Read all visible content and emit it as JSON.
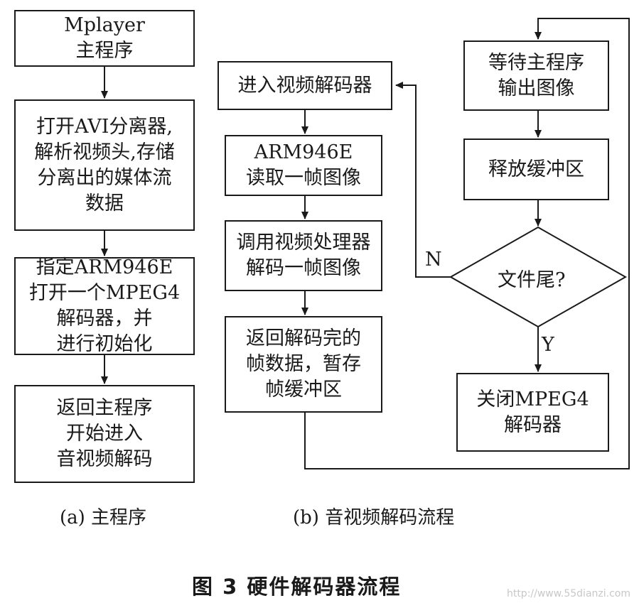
{
  "diagram_a": {
    "boxes": [
      {
        "lines": [
          "Mplayer",
          "主程序"
        ]
      },
      {
        "lines": [
          "打开AVI分离器,",
          "解析视频头,存储",
          "分离出的媒体流",
          "数据"
        ]
      },
      {
        "lines": [
          "指定ARM946E",
          "打开一个MPEG4",
          "解码器，并",
          "进行初始化"
        ]
      },
      {
        "lines": [
          "返回主程序",
          "开始进入",
          "音视频解码"
        ]
      }
    ],
    "caption": "(a) 主程序"
  },
  "diagram_b": {
    "col1": [
      {
        "lines": [
          "进入视频解码器"
        ]
      },
      {
        "lines": [
          "ARM946E",
          "读取一帧图像"
        ]
      },
      {
        "lines": [
          "调用视频处理器",
          "解码一帧图像"
        ]
      },
      {
        "lines": [
          "返回解码完的",
          "帧数据，暂存",
          "帧缓冲区"
        ]
      }
    ],
    "col2": [
      {
        "lines": [
          "等待主程序",
          "输出图像"
        ]
      },
      {
        "lines": [
          "释放缓冲区"
        ]
      },
      {
        "lines": [
          "关闭MPEG4",
          "解码器"
        ]
      }
    ],
    "decision": "文件尾?",
    "branch_no": "N",
    "branch_yes": "Y",
    "caption": "(b) 音视频解码流程"
  },
  "figure_title": "图 3   硬件解码器流程",
  "watermark": "http://www.55dianzi.com"
}
